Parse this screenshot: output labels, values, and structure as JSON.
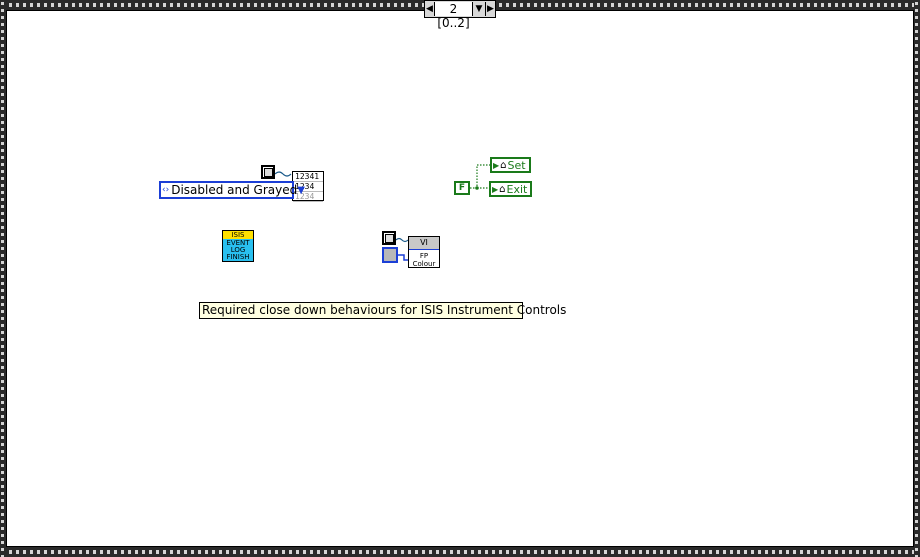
{
  "case_selector": {
    "label": "2 [0..2]",
    "prev_arrow": "◀",
    "next_arrow": "▶",
    "dropdown_arrow": "▼"
  },
  "enum_control": {
    "value": "Disabled and Grayed",
    "increment_icon": "‹›",
    "dropdown_icon": "▼"
  },
  "property_node": {
    "rows": [
      "12341",
      "1234",
      "1234"
    ]
  },
  "isis_event_log_vi": {
    "header": "ISIS",
    "lines": [
      "EVENT",
      "LOG",
      "FINISH"
    ]
  },
  "fp_colour_vi": {
    "header": "VI",
    "lines": [
      "FP",
      "Colour"
    ]
  },
  "boolean_constant": {
    "value": "F"
  },
  "local_variables": [
    {
      "label": "Set"
    },
    {
      "label": "Exit"
    }
  ],
  "comment": {
    "text": "Required close down behaviours for ISIS Instrument Controls"
  },
  "colors": {
    "enum_blue": "#1c3fd6",
    "boolean_green": "#1a7a1a",
    "comment_bg": "#ffffe1",
    "isis_yellow": "#ffe000",
    "isis_cyan": "#29c0f0"
  }
}
